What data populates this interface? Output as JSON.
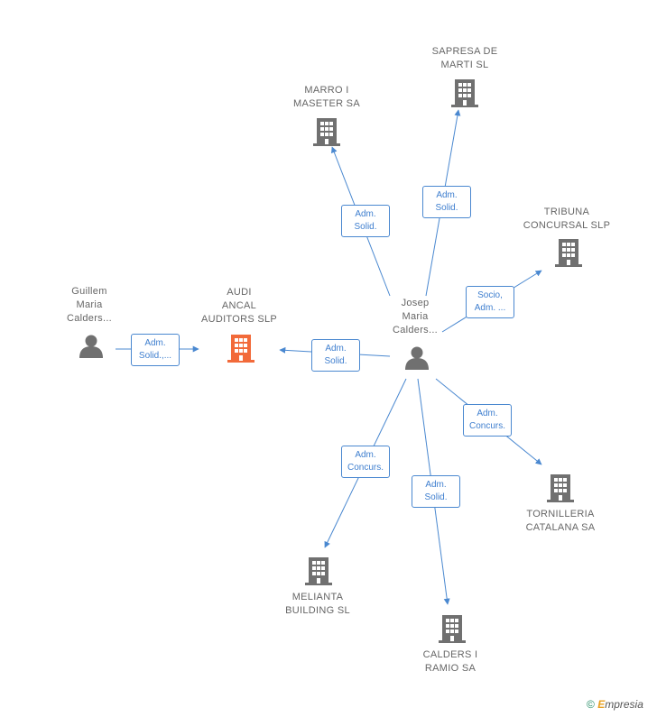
{
  "colors": {
    "edge": "#4a88d0",
    "company": "#707070",
    "company_highlight": "#f26a3a",
    "person": "#707070"
  },
  "nodes": [
    {
      "id": "saprese",
      "type": "company",
      "label": "SAPRESA DE\nMARTI SL"
    },
    {
      "id": "marro",
      "type": "company",
      "label": "MARRO I\nMASETER SA"
    },
    {
      "id": "tribuna",
      "type": "company",
      "label": "TRIBUNA\nCONCURSAL SLP"
    },
    {
      "id": "guillem",
      "type": "person",
      "label": "Guillem\nMaria\nCalders..."
    },
    {
      "id": "audi",
      "type": "company",
      "highlight": true,
      "label": "AUDI\nANCAL\nAUDITORS SLP"
    },
    {
      "id": "josep",
      "type": "person",
      "label": "Josep\nMaria\nCalders..."
    },
    {
      "id": "tornilleria",
      "type": "company",
      "label": "TORNILLERIA\nCATALANA SA"
    },
    {
      "id": "melianta",
      "type": "company",
      "label": "MELIANTA\nBUILDING SL"
    },
    {
      "id": "calders",
      "type": "company",
      "label": "CALDERS I\nRAMIO SA"
    }
  ],
  "edges": [
    {
      "from": "josep",
      "to": "marro",
      "label": "Adm.\nSolid."
    },
    {
      "from": "josep",
      "to": "saprese",
      "label": "Adm.\nSolid."
    },
    {
      "from": "josep",
      "to": "tribuna",
      "label": "Socio,\nAdm. ..."
    },
    {
      "from": "guillem",
      "to": "audi",
      "label": "Adm.\nSolid.,..."
    },
    {
      "from": "josep",
      "to": "audi",
      "label": "Adm.\nSolid."
    },
    {
      "from": "josep",
      "to": "tornilleria",
      "label": "Adm.\nConcurs."
    },
    {
      "from": "josep",
      "to": "melianta",
      "label": "Adm.\nConcurs."
    },
    {
      "from": "josep",
      "to": "calders",
      "label": "Adm.\nSolid."
    }
  ],
  "footer": {
    "copyright": "©",
    "brand_initial": "E",
    "brand_rest": "mpresia"
  }
}
